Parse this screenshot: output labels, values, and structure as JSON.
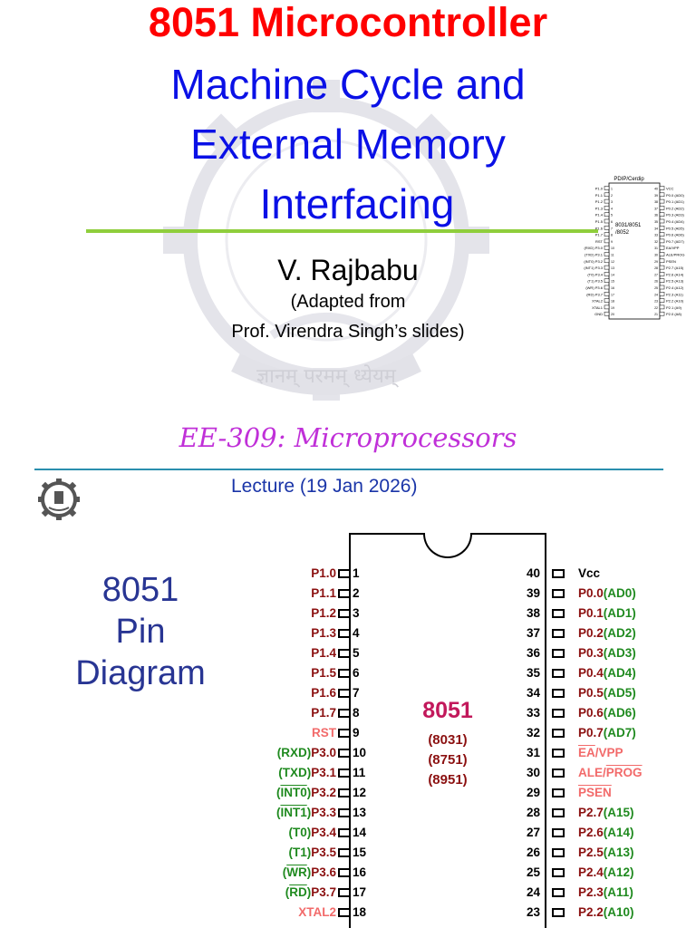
{
  "slide1": {
    "title_line1": "8051 Microcontroller",
    "title_line2": "Machine Cycle and",
    "title_line3": "External Memory",
    "title_line4": "Interfacing",
    "author": "V. Rajbabu",
    "adapted_line1": "(Adapted from",
    "adapted_line2": "Prof. Virendra Singh’s slides)",
    "course": "EE-309: Microprocessors",
    "watermark_motto": "ज्ञानम् परमम् ध्येयम्",
    "mini_diagram": {
      "header": "PDIP/Cerdip",
      "chip_label_1": "8031/8051",
      "chip_label_2": "/8052",
      "left_pins": [
        "P1.0",
        "P1.1",
        "P1.2",
        "P1.3",
        "P1.4",
        "P1.5",
        "P1.6",
        "P1.7",
        "RST",
        "(RXD) P3.0",
        "(TXD) P3.1",
        "(INT0) P3.2",
        "(INT1) P3.3",
        "(T0) P3.4",
        "(T1) P3.5",
        "(WR) P3.6",
        "(RD) P3.7",
        "XTAL2",
        "XTAL1",
        "GND"
      ],
      "right_pins": [
        "VCC",
        "P0.0 (AD0)",
        "P0.1 (AD1)",
        "P0.2 (AD2)",
        "P0.3 (AD3)",
        "P0.4 (AD4)",
        "P0.5 (AD5)",
        "P0.6 (AD6)",
        "P0.7 (AD7)",
        "EA/VPP",
        "ALE/PROG",
        "PSEN",
        "P2.7 (A15)",
        "P2.6 (A14)",
        "P2.5 (A13)",
        "P2.4 (A12)",
        "P2.3 (A11)",
        "P2.2 (A10)",
        "P2.1 (A9)",
        "P2.0 (A8)"
      ]
    }
  },
  "slide2": {
    "lecture": "Lecture (19 Jan 2026)",
    "title_line1": "8051",
    "title_line2": "Pin",
    "title_line3": "Diagram",
    "chip_name": "8051",
    "chip_variants": [
      "(8031)",
      "(8751)",
      "(8951)"
    ],
    "colors": {
      "port": "#8b1010",
      "alt": "#1f8a1f",
      "special": "#f26a6a",
      "chip": "#c2185b",
      "heading": "#283593"
    },
    "left_pins": [
      {
        "num": "1",
        "main": "P1.0"
      },
      {
        "num": "2",
        "main": "P1.1"
      },
      {
        "num": "3",
        "main": "P1.2"
      },
      {
        "num": "4",
        "main": "P1.3"
      },
      {
        "num": "5",
        "main": "P1.4"
      },
      {
        "num": "6",
        "main": "P1.5"
      },
      {
        "num": "7",
        "main": "P1.6"
      },
      {
        "num": "8",
        "main": "P1.7"
      },
      {
        "num": "9",
        "main": "RST"
      },
      {
        "num": "10",
        "alt": "RXD",
        "main": "P3.0"
      },
      {
        "num": "11",
        "alt": "TXD",
        "main": "P3.1"
      },
      {
        "num": "12",
        "alt": "INT0",
        "main": "P3.2"
      },
      {
        "num": "13",
        "alt": "INT1",
        "main": "P3.3"
      },
      {
        "num": "14",
        "alt": "T0",
        "main": "P3.4"
      },
      {
        "num": "15",
        "alt": "T1",
        "main": "P3.5"
      },
      {
        "num": "16",
        "alt": "WR",
        "main": "P3.6"
      },
      {
        "num": "17",
        "alt": "RD",
        "main": "P3.7"
      },
      {
        "num": "18",
        "main": "XTAL2"
      }
    ],
    "right_pins": [
      {
        "num": "40",
        "main": "Vcc"
      },
      {
        "num": "39",
        "main": "P0.0",
        "alt": "AD0"
      },
      {
        "num": "38",
        "main": "P0.1",
        "alt": "AD1"
      },
      {
        "num": "37",
        "main": "P0.2",
        "alt": "AD2"
      },
      {
        "num": "36",
        "main": "P0.3",
        "alt": "AD3"
      },
      {
        "num": "35",
        "main": "P0.4",
        "alt": "AD4"
      },
      {
        "num": "34",
        "main": "P0.5",
        "alt": "AD5"
      },
      {
        "num": "33",
        "main": "P0.6",
        "alt": "AD6"
      },
      {
        "num": "32",
        "main": "P0.7",
        "alt": "AD7"
      },
      {
        "num": "31",
        "main": "EA/VPP"
      },
      {
        "num": "30",
        "main": "ALE/PROG"
      },
      {
        "num": "29",
        "main": "PSEN"
      },
      {
        "num": "28",
        "main": "P2.7",
        "alt": "A15"
      },
      {
        "num": "27",
        "main": "P2.6",
        "alt": "A14"
      },
      {
        "num": "26",
        "main": "P2.5",
        "alt": "A13"
      },
      {
        "num": "25",
        "main": "P2.4",
        "alt": "A12"
      },
      {
        "num": "24",
        "main": "P2.3",
        "alt": "A11"
      },
      {
        "num": "23",
        "main": "P2.2",
        "alt": "A10"
      }
    ]
  }
}
